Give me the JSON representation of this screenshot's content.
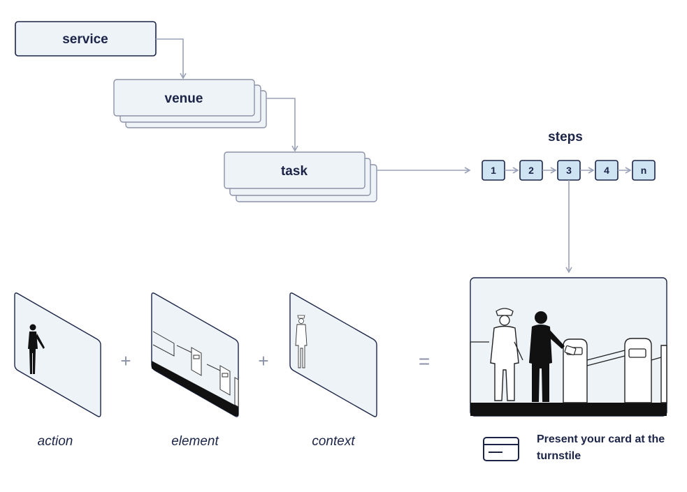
{
  "hierarchy": {
    "service": "service",
    "venue": "venue",
    "task": "task"
  },
  "steps": {
    "title": "steps",
    "items": [
      "1",
      "2",
      "3",
      "4",
      "n"
    ]
  },
  "composition": {
    "action": "action",
    "element": "element",
    "context": "context",
    "plus": "+",
    "equals": "="
  },
  "result": {
    "caption": "Present your card at the turnstile"
  },
  "colors": {
    "box_fill": "#eef3f8",
    "box_stroke": "#1b2447",
    "step_fill": "#cfe4f3",
    "connector": "#9aa2b8",
    "text": "#1b2447"
  }
}
